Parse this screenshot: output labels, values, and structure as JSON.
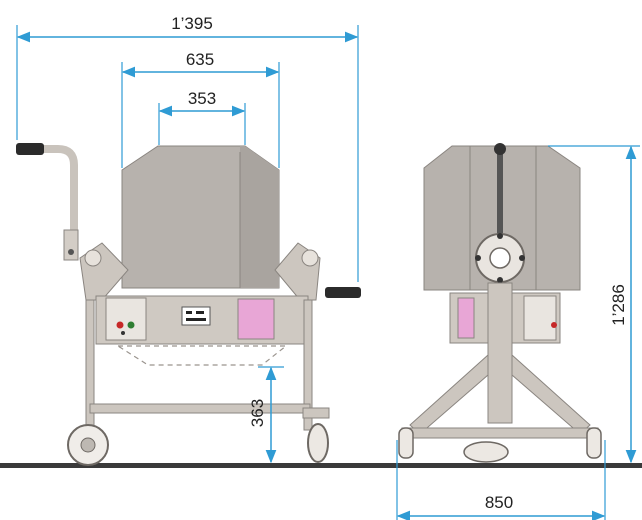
{
  "dimensions": {
    "overall_width": "1’395",
    "drum_width": "635",
    "drum_top_width": "353",
    "frame_clearance_height": "363",
    "overall_height": "1’286",
    "base_width": "850"
  },
  "colors": {
    "dimension_line": "#2f9bd4",
    "body_grey": "#b7b2ad",
    "body_dark": "#8a8580",
    "frame": "#ccc6bf",
    "ground": "#3a3a3a",
    "pink_panel": "#e8a6d6",
    "handle": "#2b2b2b"
  }
}
